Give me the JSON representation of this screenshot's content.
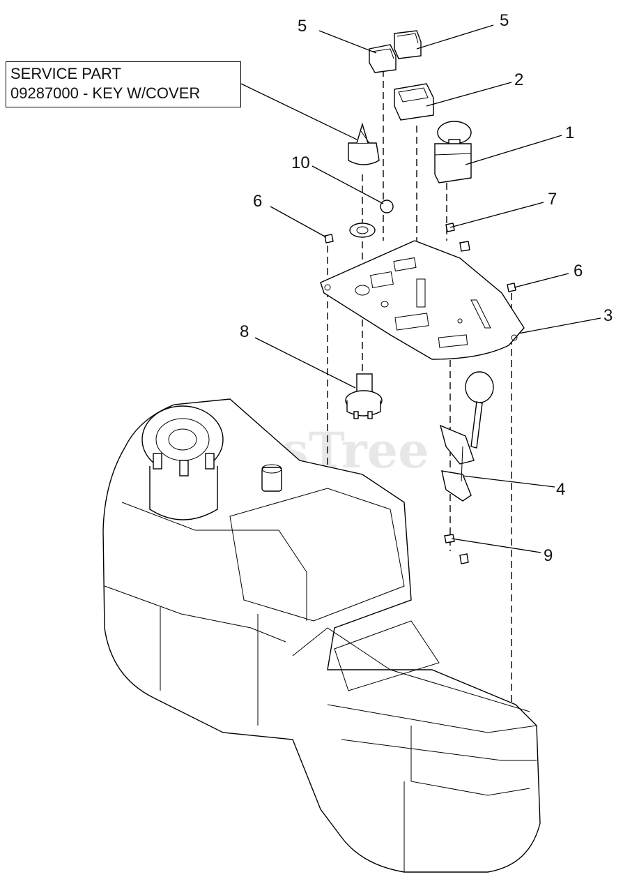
{
  "callout": {
    "line1": "SERVICE PART",
    "line2": "09287000 - KEY W/COVER"
  },
  "watermark": "PartsTree",
  "labels": {
    "l1": "1",
    "l2": "2",
    "l3": "3",
    "l4": "4",
    "l5a": "5",
    "l5b": "5",
    "l6a": "6",
    "l6b": "6",
    "l7": "7",
    "l8": "8",
    "l9": "9",
    "l10": "10"
  }
}
